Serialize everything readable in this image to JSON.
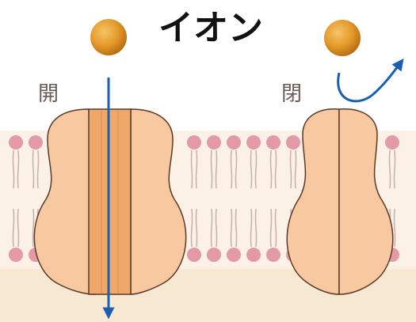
{
  "diagram": {
    "title": "イオン",
    "labels": {
      "open": "開",
      "closed": "閉"
    },
    "colors": {
      "ion": "#e59a2a",
      "ion_highlight": "#f6c468",
      "ion_shadow": "#b56a10",
      "protein_fill": "#f8c9a0",
      "protein_stroke": "#5a3a2a",
      "pore_fill": "#f0a868",
      "lipid_head": "#e49aa6",
      "lipid_tail": "#c7b0aa",
      "arrow": "#1a5fb4",
      "membrane_bg": "#fbf1e6",
      "cytoplasm_bg": "#f7e8d2"
    }
  }
}
